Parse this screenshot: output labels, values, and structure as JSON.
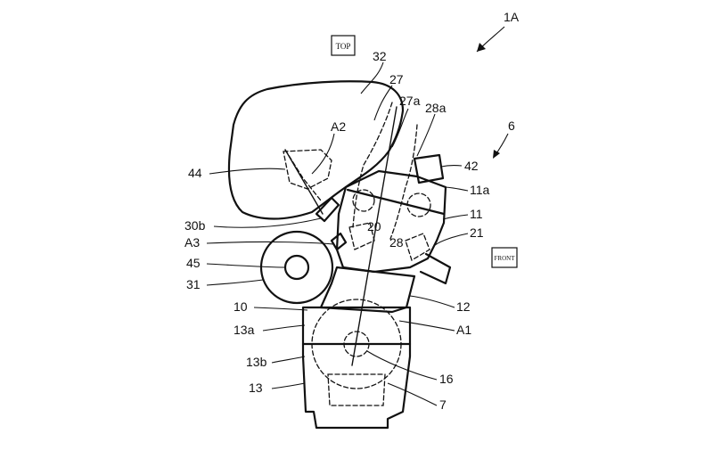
{
  "figure": {
    "ref_main": "1A",
    "ref_arrow": "6",
    "badge_top": "TOP",
    "badge_front": "FRONT"
  },
  "labels": {
    "l32": "32",
    "l27": "27",
    "l27a": "27a",
    "l28a": "28a",
    "lA2": "A2",
    "l44": "44",
    "l42": "42",
    "l11a": "11a",
    "l30b": "30b",
    "l20": "20",
    "l11": "11",
    "lA3": "A3",
    "l28": "28",
    "l21": "21",
    "l45": "45",
    "l31": "31",
    "l10": "10",
    "l12": "12",
    "l13a": "13a",
    "lA1": "A1",
    "l13b": "13b",
    "l16": "16",
    "l13": "13",
    "l7": "7"
  }
}
